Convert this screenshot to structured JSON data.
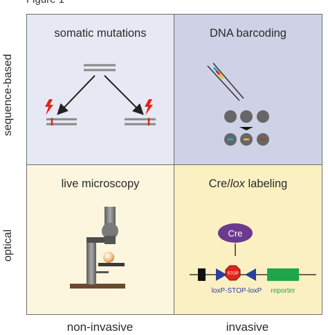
{
  "figure": {
    "title": "Figure 1"
  },
  "rows": {
    "top": "sequence-based",
    "bottom": "optical"
  },
  "columns": {
    "left": "non-invasive",
    "right": "invasive"
  },
  "quadrants": {
    "top_left": {
      "title": "somatic mutations"
    },
    "top_right": {
      "title": "DNA barcoding"
    },
    "bottom_left": {
      "title": "live microscopy"
    },
    "bottom_right": {
      "title_prefix": "Cre/",
      "title_italic": "lox",
      "title_suffix": " labeling",
      "cre_label": "Cre",
      "stop_label": "STOP",
      "loxp_label": "loxP-STOP-loxP",
      "reporter_label": "reporter"
    }
  },
  "colors": {
    "mutation_red": "#e2231a",
    "cre_purple": "#6b3a8e",
    "lox_blue": "#2a3f9e",
    "reporter_green": "#1fa64a",
    "barcode_cyan": "#29a9e0",
    "barcode_yellow": "#f3c21b",
    "barcode_red": "#e2231a"
  }
}
